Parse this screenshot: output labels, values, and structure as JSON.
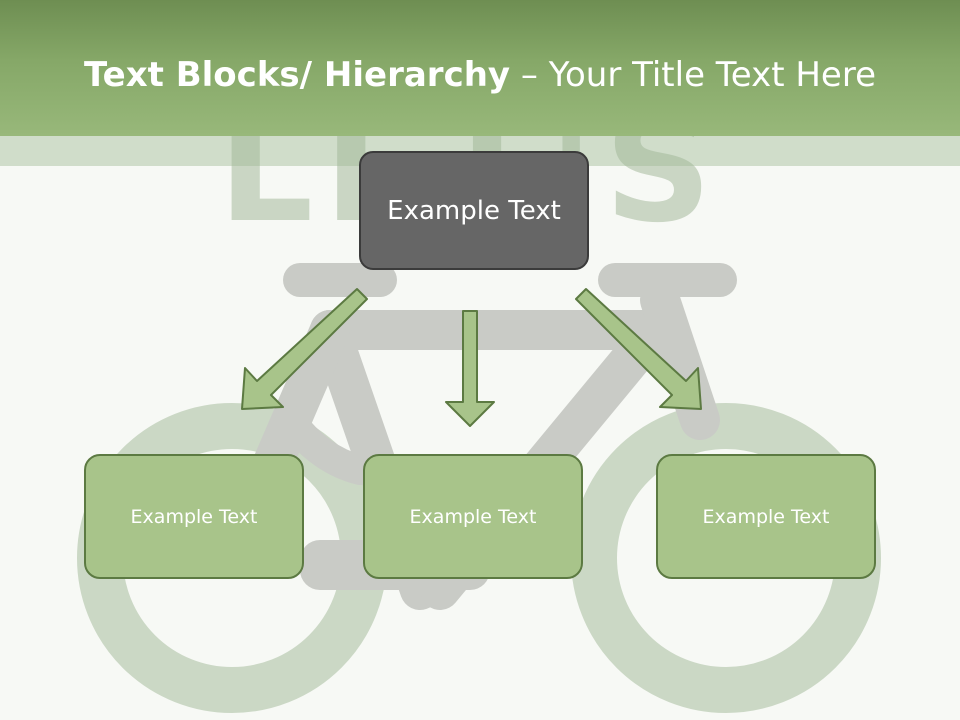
{
  "slide": {
    "title_bold": "Text Blocks/ Hierarchy",
    "title_dash": " – ",
    "title_rest": "Your Title Text Here"
  },
  "diagram": {
    "parent": {
      "label": "Example Text"
    },
    "children": [
      {
        "label": "Example Text"
      },
      {
        "label": "Example Text"
      },
      {
        "label": "Example Text"
      }
    ]
  },
  "background": {
    "art": "bicycle-illustration",
    "watermark_text": "LET'S"
  },
  "colors": {
    "title_band": "#86a868",
    "parent_fill": "#666666",
    "child_fill": "#a8c48a",
    "child_border": "#5c7a42",
    "arrow_fill": "#a8c48a",
    "arrow_stroke": "#5c7a42",
    "bike_gray": "#c9cbc6",
    "wheel_green": "#cbd8c5"
  }
}
